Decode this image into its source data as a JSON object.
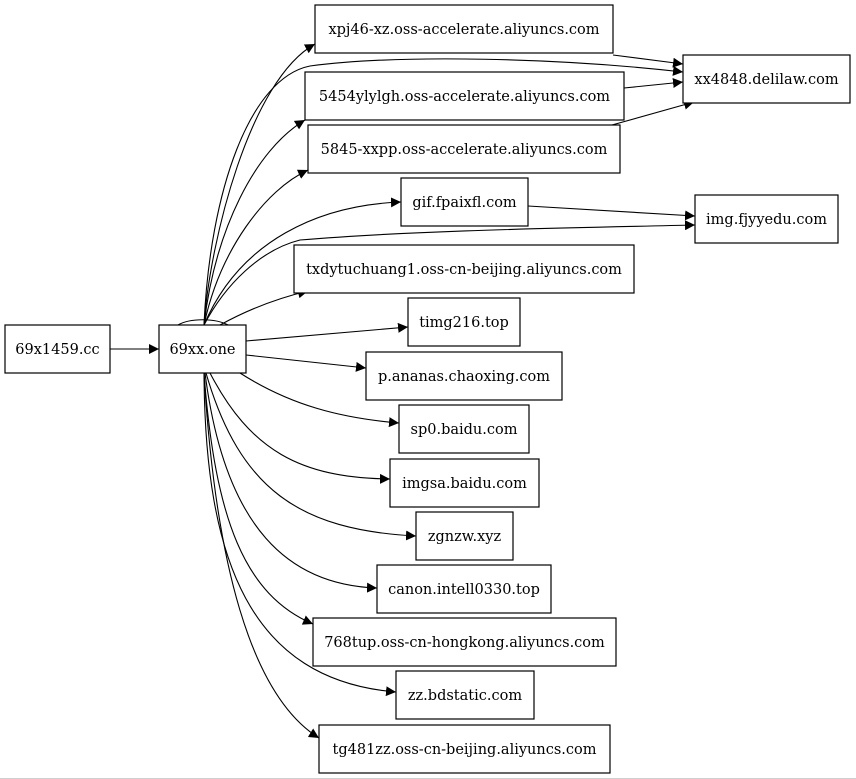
{
  "nodes": {
    "n69x1459": "69x1459.cc",
    "n69xx": "69xx.one",
    "xpj46": "xpj46-xz.oss-accelerate.aliyuncs.com",
    "y5454": "5454ylylgh.oss-accelerate.aliyuncs.com",
    "x5845": "5845-xxpp.oss-accelerate.aliyuncs.com",
    "gif": "gif.fpaixfl.com",
    "txdy": "txdytuchuang1.oss-cn-beijing.aliyuncs.com",
    "timg": "timg216.top",
    "ananas": "p.ananas.chaoxing.com",
    "sp0": "sp0.baidu.com",
    "imgsa": "imgsa.baidu.com",
    "zgnzw": "zgnzw.xyz",
    "canon": "canon.intell0330.top",
    "tup768": "768tup.oss-cn-hongkong.aliyuncs.com",
    "zz": "zz.bdstatic.com",
    "tg481": "tg481zz.oss-cn-beijing.aliyuncs.com",
    "xx4848": "xx4848.delilaw.com",
    "fjyy": "img.fjyyedu.com"
  },
  "edges": [
    [
      "n69x1459",
      "n69xx"
    ],
    [
      "n69xx",
      "n69xx"
    ],
    [
      "n69xx",
      "xpj46"
    ],
    [
      "n69xx",
      "xx4848"
    ],
    [
      "n69xx",
      "y5454"
    ],
    [
      "n69xx",
      "x5845"
    ],
    [
      "n69xx",
      "gif"
    ],
    [
      "n69xx",
      "fjyy"
    ],
    [
      "n69xx",
      "txdy"
    ],
    [
      "n69xx",
      "timg"
    ],
    [
      "n69xx",
      "ananas"
    ],
    [
      "n69xx",
      "sp0"
    ],
    [
      "n69xx",
      "imgsa"
    ],
    [
      "n69xx",
      "zgnzw"
    ],
    [
      "n69xx",
      "canon"
    ],
    [
      "n69xx",
      "tup768"
    ],
    [
      "n69xx",
      "zz"
    ],
    [
      "n69xx",
      "tg481"
    ],
    [
      "xpj46",
      "xx4848"
    ],
    [
      "y5454",
      "xx4848"
    ],
    [
      "x5845",
      "xx4848"
    ],
    [
      "gif",
      "fjyy"
    ]
  ]
}
